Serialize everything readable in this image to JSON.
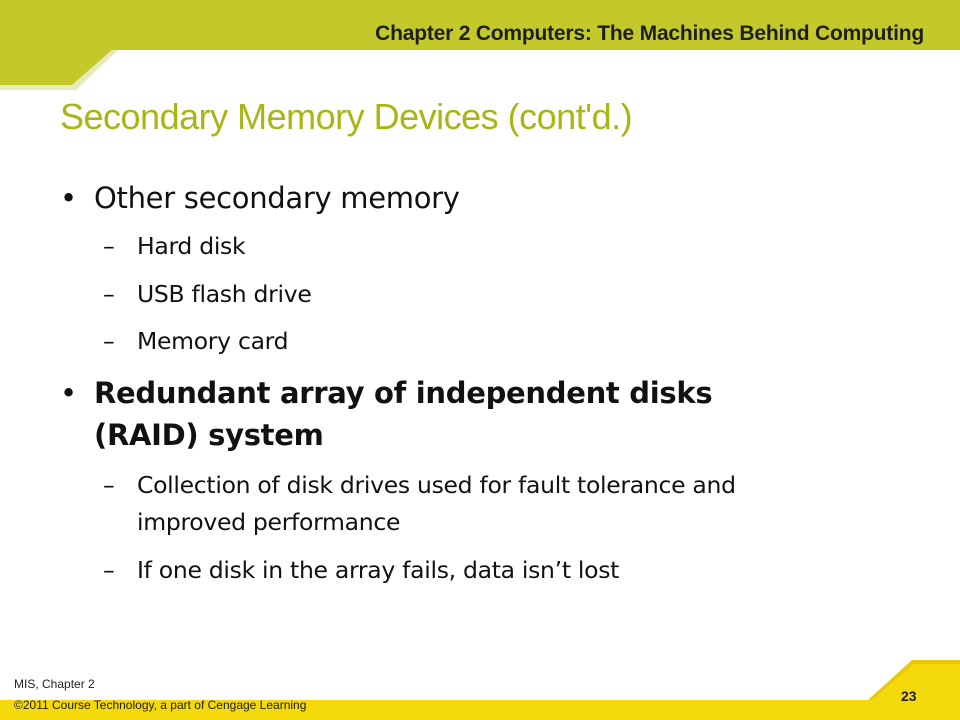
{
  "header": {
    "chapter_title": "Chapter 2 Computers: The Machines Behind Computing"
  },
  "slide": {
    "title": "Secondary Memory Devices (cont'd.)",
    "bullets": [
      {
        "text": "Other secondary memory",
        "subitems": [
          "Hard disk",
          "USB flash drive",
          "Memory card"
        ]
      },
      {
        "text_line1": "Redundant array of independent disks",
        "text_line2": "(RAID) system",
        "subitems": [
          {
            "line1": "Collection of disk drives used for fault tolerance and",
            "line2": "improved performance"
          },
          {
            "line1": "If one disk in the array fails, data isn’t lost"
          }
        ]
      }
    ]
  },
  "markers": {
    "bullet": "•",
    "dash": "–"
  },
  "footer": {
    "course": "MIS, Chapter 2",
    "copyright": "©2011 Course Technology, a part of Cengage Learning",
    "page_number": "23"
  },
  "colors": {
    "accent_olive": "#c3c82a",
    "accent_yellow": "#f3d80a",
    "title_color": "#a9b514"
  }
}
